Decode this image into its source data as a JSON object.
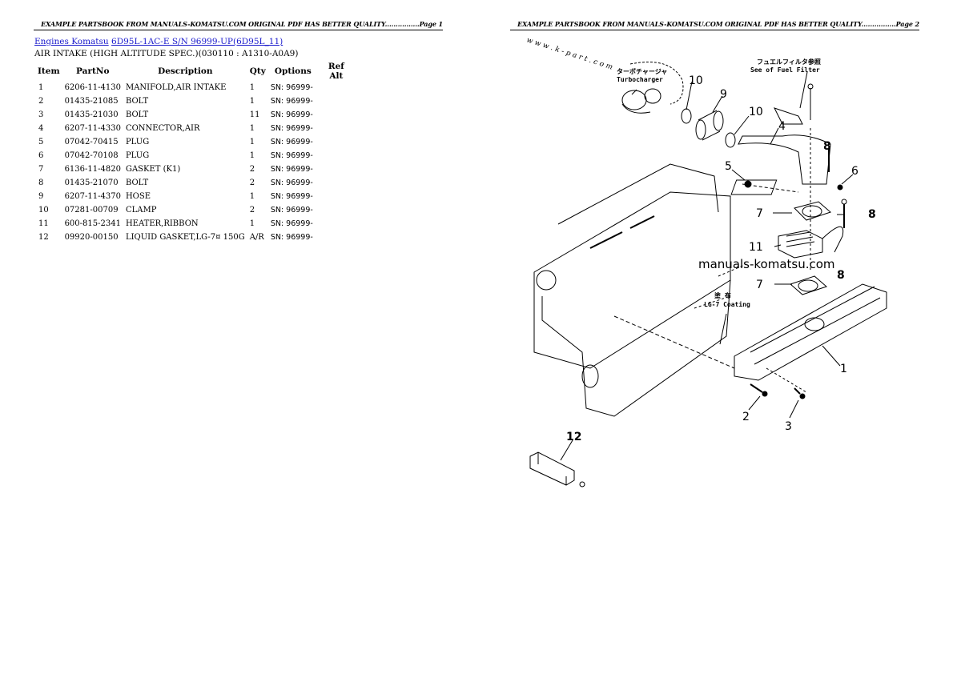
{
  "pages": [
    {
      "header": "EXAMPLE PARTSBOOK FROM MANUALS-KOMATSU.COM ORIGINAL PDF HAS BETTER QUALITY................Page 1"
    },
    {
      "header": "EXAMPLE PARTSBOOK FROM MANUALS-KOMATSU.COM ORIGINAL PDF HAS BETTER QUALITY................Page 2"
    }
  ],
  "breadcrumb": {
    "link1": "Engines Komatsu",
    "link2": "6D95L-1AC-E S/N 96999-UP(6D95L_11)"
  },
  "subtitle": "AIR INTAKE (HIGH ALTITUDE SPEC.)(030110 : A1310-A0A9)",
  "table": {
    "headers": [
      "Item",
      "PartNo",
      "Description",
      "Qty",
      "Options",
      "Ref Alt"
    ],
    "rows": [
      {
        "item": "1",
        "part": "6206-11-4130",
        "desc": "MANIFOLD,AIR INTAKE",
        "qty": "1",
        "opt": "SN: 96999-",
        "ref": ""
      },
      {
        "item": "2",
        "part": "01435-21085",
        "desc": "BOLT",
        "qty": "1",
        "opt": "SN: 96999-",
        "ref": ""
      },
      {
        "item": "3",
        "part": "01435-21030",
        "desc": "BOLT",
        "qty": "11",
        "opt": "SN: 96999-",
        "ref": ""
      },
      {
        "item": "4",
        "part": "6207-11-4330",
        "desc": "CONNECTOR,AIR",
        "qty": "1",
        "opt": "SN: 96999-",
        "ref": ""
      },
      {
        "item": "5",
        "part": "07042-70415",
        "desc": "PLUG",
        "qty": "1",
        "opt": "SN: 96999-",
        "ref": ""
      },
      {
        "item": "6",
        "part": "07042-70108",
        "desc": "PLUG",
        "qty": "1",
        "opt": "SN: 96999-",
        "ref": ""
      },
      {
        "item": "7",
        "part": "6136-11-4820",
        "desc": "GASKET (K1)",
        "qty": "2",
        "opt": "SN: 96999-",
        "ref": ""
      },
      {
        "item": "8",
        "part": "01435-21070",
        "desc": "BOLT",
        "qty": "2",
        "opt": "SN: 96999-",
        "ref": ""
      },
      {
        "item": "9",
        "part": "6207-11-4370",
        "desc": "HOSE",
        "qty": "1",
        "opt": "SN: 96999-",
        "ref": ""
      },
      {
        "item": "10",
        "part": "07281-00709",
        "desc": "CLAMP",
        "qty": "2",
        "opt": "SN: 96999-",
        "ref": ""
      },
      {
        "item": "11",
        "part": "600-815-2341",
        "desc": "HEATER,RIBBON",
        "qty": "1",
        "opt": "SN: 96999-",
        "ref": ""
      },
      {
        "item": "12",
        "part": "09920-00150",
        "desc": "LIQUID GASKET,LG-7¤ 150G",
        "qty": "A/R",
        "opt": "SN: 96999-",
        "ref": ""
      }
    ]
  },
  "diagram": {
    "watermark": "manuals-komatsu.com",
    "kparts_watermark": "w w w . k - p a r t . c o m",
    "callouts": [
      "1",
      "2",
      "3",
      "4",
      "5",
      "6",
      "7",
      "7",
      "8",
      "8",
      "8",
      "9",
      "10",
      "10",
      "11",
      "12"
    ],
    "annotations": {
      "turbo_jp": "ターボチャージャ",
      "turbo_en": "Turbocharger",
      "fuel_jp": "フュエルフィルタ参照",
      "fuel_en": "See of Fuel Filter",
      "coating_jp": "塗 布",
      "coating_en": "LG-7 Coating"
    }
  }
}
